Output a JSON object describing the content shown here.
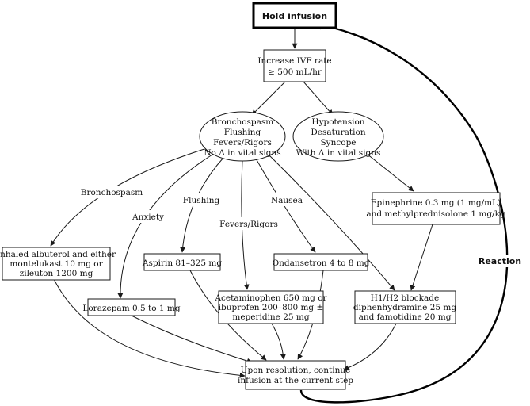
{
  "nodes": {
    "hold": [
      "Hold infusion"
    ],
    "ivf": [
      "Increase IVF rate",
      "≥ 500 mL/hr"
    ],
    "mild": [
      "Bronchospasm",
      "Flushing",
      "Fevers/Rigors",
      "No Δ in vital signs"
    ],
    "severe": [
      "Hypotension",
      "Desaturation",
      "Syncope",
      "With Δ in vital signs"
    ],
    "epi": [
      "Epinephrine 0.3 mg (1 mg/mL)",
      "and methylprednisolone 1 mg/kg"
    ],
    "albuterol": [
      "Inhaled albuterol and either",
      "montelukast 10 mg or",
      "zileuton 1200 mg"
    ],
    "aspirin": [
      "Aspirin 81–325 mg"
    ],
    "ondansetron": [
      "Ondansetron 4 to 8 mg"
    ],
    "lorazepam": [
      "Lorazepam 0.5 to 1 mg"
    ],
    "acetaminophen": [
      "Acetaminophen 650 mg or",
      "ibuprofen 200–800 mg ±",
      "meperidine 25 mg"
    ],
    "h1h2": [
      "H1/H2 blockade",
      "diphenhydramine 25 mg",
      "and famotidine 20 mg"
    ],
    "resolution": [
      "Upon resolution, continue",
      "infusion at the current step"
    ]
  },
  "edge_labels": {
    "bronchospasm": "Bronchospasm",
    "anxiety": "Anxiety",
    "flushing": "Flushing",
    "fevers": "Fevers/Rigors",
    "nausea": "Nausea",
    "reaction": "Reaction"
  }
}
